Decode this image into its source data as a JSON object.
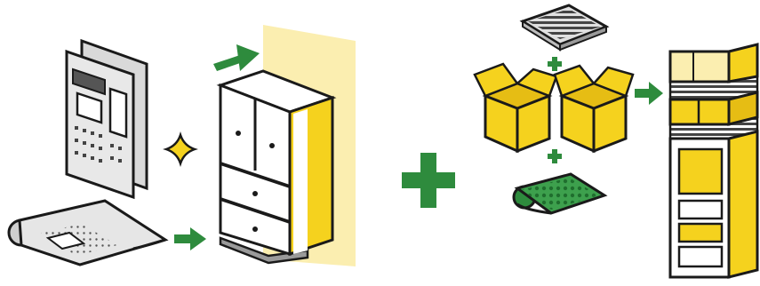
{
  "illustration": {
    "panels": [
      {
        "id": "protection-sources",
        "icons": [
          "newspaper-icon",
          "cushion-sheet-icon",
          "sparkle-icon"
        ]
      },
      {
        "id": "cabinet-against-wall",
        "icons": [
          "cabinet-icon",
          "wall-icon",
          "arrow-icon"
        ]
      },
      {
        "id": "packing-materials",
        "icons": [
          "bubble-sheet-icon",
          "cardboard-box-icon",
          "foam-roll-icon"
        ]
      },
      {
        "id": "protected-cabinet",
        "icons": [
          "cabinet-icon"
        ]
      }
    ],
    "colors": {
      "accent_yellow": "#f5d21e",
      "pale_yellow": "#fbeeb0",
      "green": "#2e8b3d",
      "outline": "#1a1a1a",
      "gray": "#cfcfcf",
      "dark_gray": "#8a8a8a"
    }
  }
}
